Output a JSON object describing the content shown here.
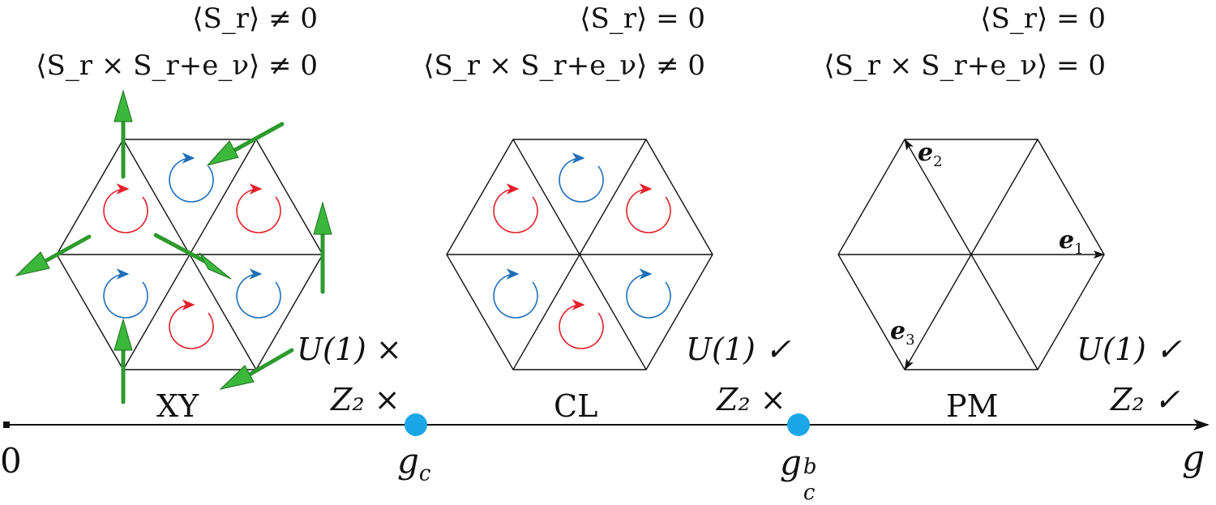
{
  "phases": [
    {
      "name": "XY",
      "order_param": "⟨S_r⟩ ≠ 0",
      "chirality": "⟨S_r × S_r+e_ν⟩ ≠ 0",
      "u1": "U(1) ×",
      "z2": "Z₂ ×"
    },
    {
      "name": "CL",
      "order_param": "⟨S_r⟩ = 0",
      "chirality": "⟨S_r × S_r+e_ν⟩ ≠ 0",
      "u1": "U(1) ✓",
      "z2": "Z₂ ×"
    },
    {
      "name": "PM",
      "order_param": "⟨S_r⟩ = 0",
      "chirality": "⟨S_r × S_r+e_ν⟩ = 0",
      "u1": "U(1) ✓",
      "z2": "Z₂ ✓"
    }
  ],
  "axis": {
    "origin_label": "0",
    "end_label": "g",
    "critical_points": [
      {
        "label_base": "g",
        "label_sub": "c",
        "label_sup": ""
      },
      {
        "label_base": "g",
        "label_sub": "c",
        "label_sup": "b"
      }
    ]
  },
  "lattice_vectors": {
    "e1": {
      "base": "e",
      "sub": "1"
    },
    "e2": {
      "base": "e",
      "sub": "2"
    },
    "e3": {
      "base": "e",
      "sub": "3"
    }
  },
  "colors": {
    "axis": "#111111",
    "critical_point": "#1aa7e8",
    "chirality_red": "#e3202a",
    "chirality_blue": "#1f6fb8",
    "spin_arrow": "#3aa83a",
    "lattice_edge": "#111111"
  }
}
